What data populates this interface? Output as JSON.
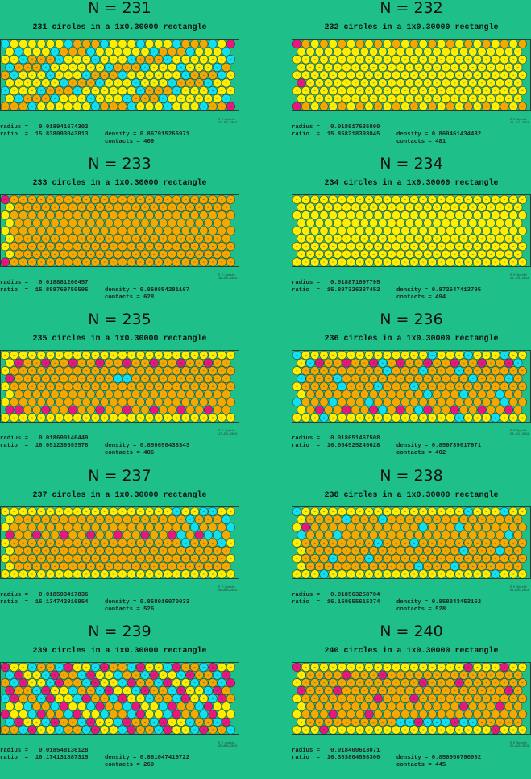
{
  "colors": {
    "background": "#1fbf8a",
    "orange": "#f5a800",
    "yellow": "#ffee00",
    "cyan": "#11e0f0",
    "magenta": "#e8177d",
    "outline": "#222222"
  },
  "panels": [
    {
      "title": "N = 231",
      "subtitle": "231 circles in a 1x0.30000 rectangle",
      "radius_line": "radius =   0.018941674302",
      "ratio_line": "ratio  =  15.838093043813",
      "density_line": "density = 0.867915265971",
      "contacts_line": "contacts = 409",
      "credit_line1": "© E.Specht",
      "credit_line2": "23-JUL-2013"
    },
    {
      "title": "N = 232",
      "subtitle": "232 circles in a 1x0.30000 rectangle",
      "radius_line": "radius =   0.018917635800",
      "ratio_line": "ratio  =  15.858218393045",
      "density_line": "density = 0.869461434432",
      "contacts_line": "contacts = 481",
      "credit_line1": "© E.Specht",
      "credit_line2": "23-JUL-2013"
    },
    {
      "title": "N = 233",
      "subtitle": "233 circles in a 1x0.30000 rectangle",
      "radius_line": "radius =   0.018881260457",
      "ratio_line": "ratio  =  15.888769750595",
      "density_line": "density = 0.869854281167",
      "contacts_line": "contacts = 628",
      "credit_line1": "© E.Specht",
      "credit_line2": "16-JUL-2013"
    },
    {
      "title": "N = 234",
      "subtitle": "234 circles in a 1x0.30000 rectangle",
      "radius_line": "radius =   0.018871097795",
      "ratio_line": "ratio  =  15.897326337452",
      "density_line": "density = 0.872647413795",
      "contacts_line": "contacts = 494",
      "credit_line1": "© E.Specht",
      "credit_line2": "16-JUL-2013"
    },
    {
      "title": "N = 235",
      "subtitle": "235 circles in a 1x0.30000 rectangle",
      "radius_line": "radius =   0.018690146449",
      "ratio_line": "ratio  =  16.051238593578",
      "density_line": "density = 0.859650438343",
      "contacts_line": "contacts = 486",
      "credit_line1": "© E.Specht",
      "credit_line2": "17-JUL-2013"
    },
    {
      "title": "N = 236",
      "subtitle": "236 circles in a 1x0.30000 rectangle",
      "radius_line": "radius =   0.018651467508",
      "ratio_line": "ratio  =  16.084525245628",
      "density_line": "density = 0.859739017971",
      "contacts_line": "contacts = 402",
      "credit_line1": "© E.Specht",
      "credit_line2": "23-JUL-2013"
    },
    {
      "title": "N = 237",
      "subtitle": "237 circles in a 1x0.30000 rectangle",
      "radius_line": "radius =   0.018593417836",
      "ratio_line": "ratio  =  16.134742016954",
      "density_line": "density = 0.858016070033",
      "contacts_line": "contacts = 526",
      "credit_line1": "© E.Specht",
      "credit_line2": "09-AUG-2013"
    },
    {
      "title": "N = 238",
      "subtitle": "238 circles in a 1x0.30000 rectangle",
      "radius_line": "radius =   0.018563258704",
      "ratio_line": "ratio  =  16.160955615374",
      "density_line": "density = 0.858843453162",
      "contacts_line": "contacts = 528",
      "credit_line1": "© E.Specht",
      "credit_line2": "09-AUG-2013"
    },
    {
      "title": "N = 239",
      "subtitle": "239 circles in a 1x0.30000 rectangle",
      "radius_line": "radius =   0.018548136128",
      "ratio_line": "ratio  =  16.174131887315",
      "density_line": "density = 0.861047416722",
      "contacts_line": "contacts = 269",
      "credit_line1": "© E.Specht",
      "credit_line2": "25-AUG-2013"
    },
    {
      "title": "N = 240",
      "subtitle": "240 circles in a 1x0.30000 rectangle",
      "radius_line": "radius =   0.018400613071",
      "ratio_line": "ratio  =  16.303804598300",
      "density_line": "density = 0.850950790002",
      "contacts_line": "contacts = 445",
      "credit_line1": "© E.Specht",
      "credit_line2": "25-AUG-2013"
    }
  ]
}
